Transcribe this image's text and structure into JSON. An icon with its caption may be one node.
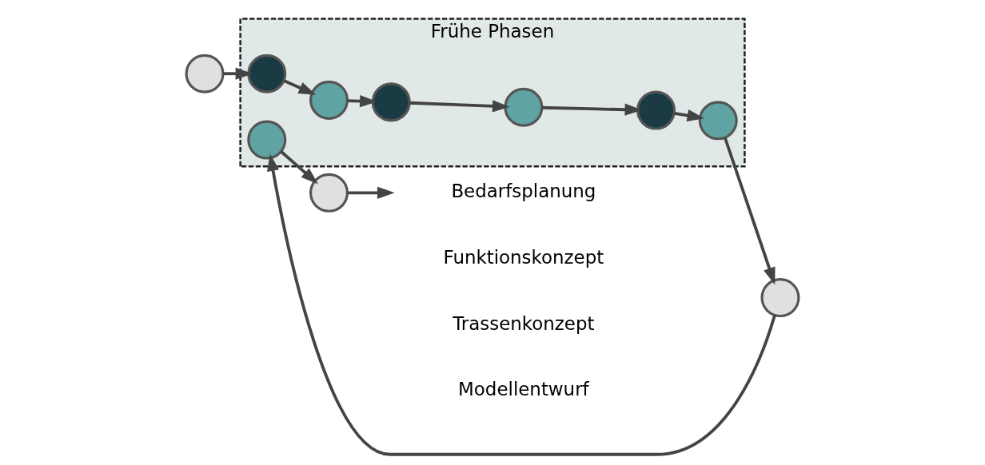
{
  "diagram": {
    "nodes": [
      {
        "text": [
          "Frühe Phasen"
        ]
      },
      {
        "text": [],
        "shape": "circle"
      },
      {
        "text": [],
        "shape": "circle",
        "in": 0
      },
      {
        "text": [],
        "shape": "circle",
        "in": 0
      },
      {
        "text": [],
        "shape": "circle",
        "in": 0
      },
      {
        "text": [],
        "shape": "circle",
        "in": 0
      },
      {
        "text": [],
        "shape": "circle",
        "in": 0
      },
      {
        "text": [],
        "shape": "circle",
        "in": 0
      },
      {
        "text": [],
        "shape": "circle"
      },
      {
        "text": [],
        "shape": "circle",
        "in": 0
      },
      {
        "text": [],
        "shape": "circle"
      }
    ],
    "edges": [
      {
        "from": 1,
        "to": 2,
        "arrow": "to"
      },
      {
        "from": 2,
        "to": 3,
        "arrow": "to"
      },
      {
        "from": 3,
        "to": 4,
        "arrow": "to"
      },
      {
        "from": 4,
        "to": 5,
        "arrow": "to"
      },
      {
        "from": 5,
        "to": 6,
        "arrow": "to"
      },
      {
        "from": 6,
        "to": 7,
        "arrow": "to"
      },
      {
        "from": 7,
        "to": 8,
        "arrow": "to"
      },
      {
        "from": 8,
        "to": 9,
        "arrow": "to"
      },
      {
        "from": 9,
        "to": 10,
        "arrow": "to"
      },
      {
        "from": 10,
        "to": null,
        "arrow": "to"
      }
    ],
    "labels": [
      "Bedarfsplanung",
      "Funktionskonzept",
      "Trassenkonzept",
      "Modellentwurf"
    ]
  }
}
